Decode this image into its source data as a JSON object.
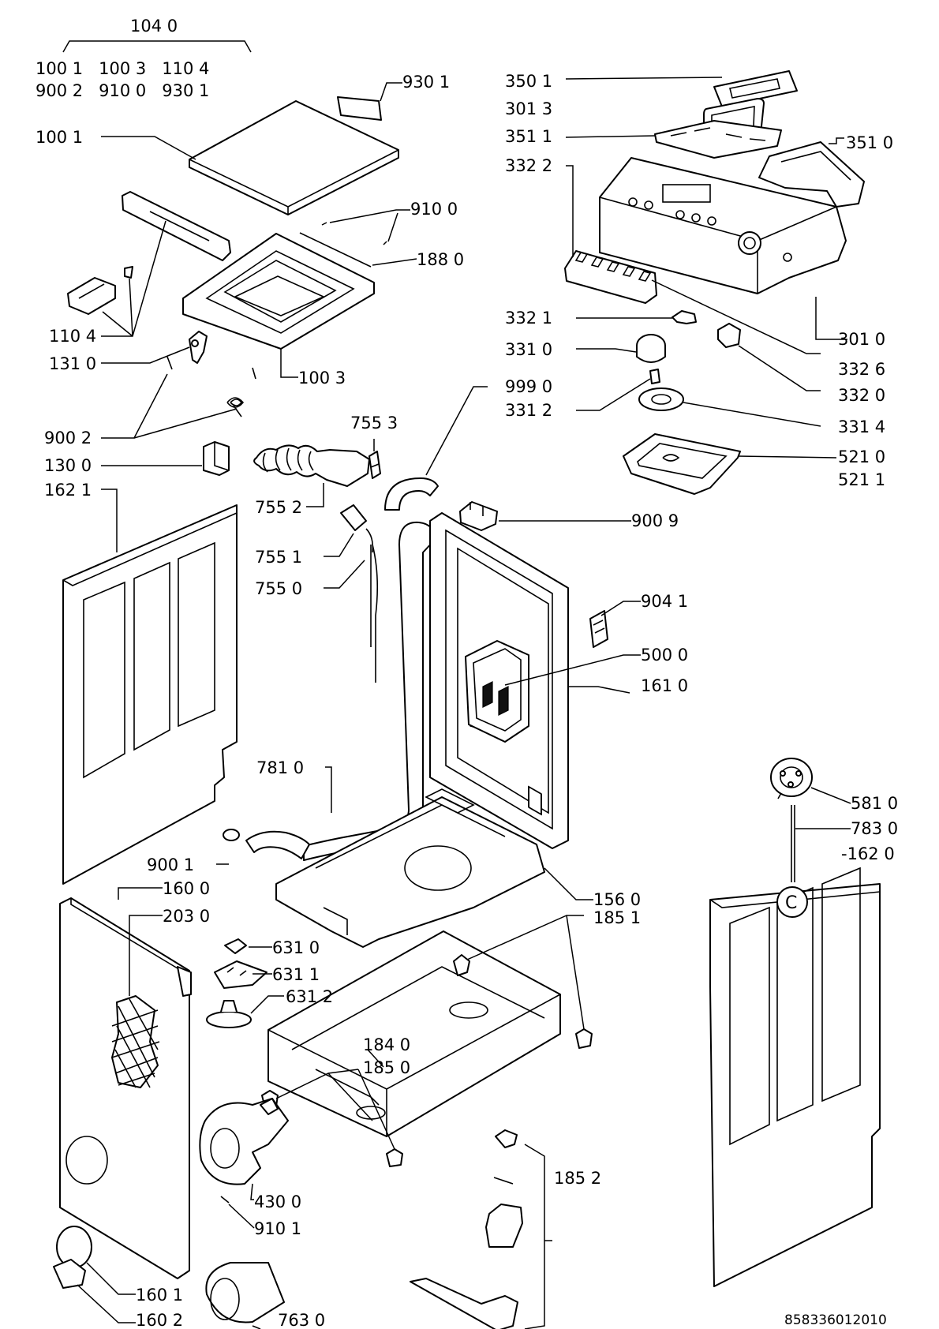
{
  "diagram": {
    "doc_number": "858336012010",
    "kit_header": "104 0",
    "kit_members": [
      "100 1   100 3   110 4",
      "900 2   910 0   930 1"
    ],
    "circle_marker": "C",
    "labels": {
      "l_930_1": "930 1",
      "l_100_1": "100 1",
      "l_910_0": "910 0",
      "l_188_0": "188 0",
      "l_110_4": "110 4",
      "l_131_0": "131 0",
      "l_100_3": "100 3",
      "l_900_2": "900 2",
      "l_130_0": "130 0",
      "l_162_1": "162 1",
      "l_755_3": "755 3",
      "l_755_2": "755 2",
      "l_755_1": "755 1",
      "l_755_0": "755 0",
      "l_781_0": "781 0",
      "l_900_1": "900 1",
      "l_160_0": "160 0",
      "l_203_0": "203 0",
      "l_631_0": "631 0",
      "l_631_1": "631 1",
      "l_631_2": "631 2",
      "l_184_0": "184 0",
      "l_185_0": "185 0",
      "l_430_0": "430 0",
      "l_910_1": "910 1",
      "l_160_1": "160 1",
      "l_160_2": "160 2",
      "l_763_0": "763 0",
      "l_350_1": "350 1",
      "l_301_3": "301 3",
      "l_351_1": "351 1",
      "l_351_0": "351 0",
      "l_332_2": "332 2",
      "l_332_1": "332 1",
      "l_331_0": "331 0",
      "l_999_0": "999 0",
      "l_331_2": "331 2",
      "l_301_0": "301 0",
      "l_332_6": "332 6",
      "l_332_0": "332 0",
      "l_331_4": "331 4",
      "l_521_0": "521 0",
      "l_521_1": "521 1",
      "l_900_9": "900 9",
      "l_904_1": "904 1",
      "l_500_0": "500 0",
      "l_161_0": "161 0",
      "l_581_0": "581 0",
      "l_783_0": "783 0",
      "l_162_0": "-162 0",
      "l_156_0": "156 0",
      "l_185_1": "185 1",
      "l_185_2": "185 2"
    }
  }
}
